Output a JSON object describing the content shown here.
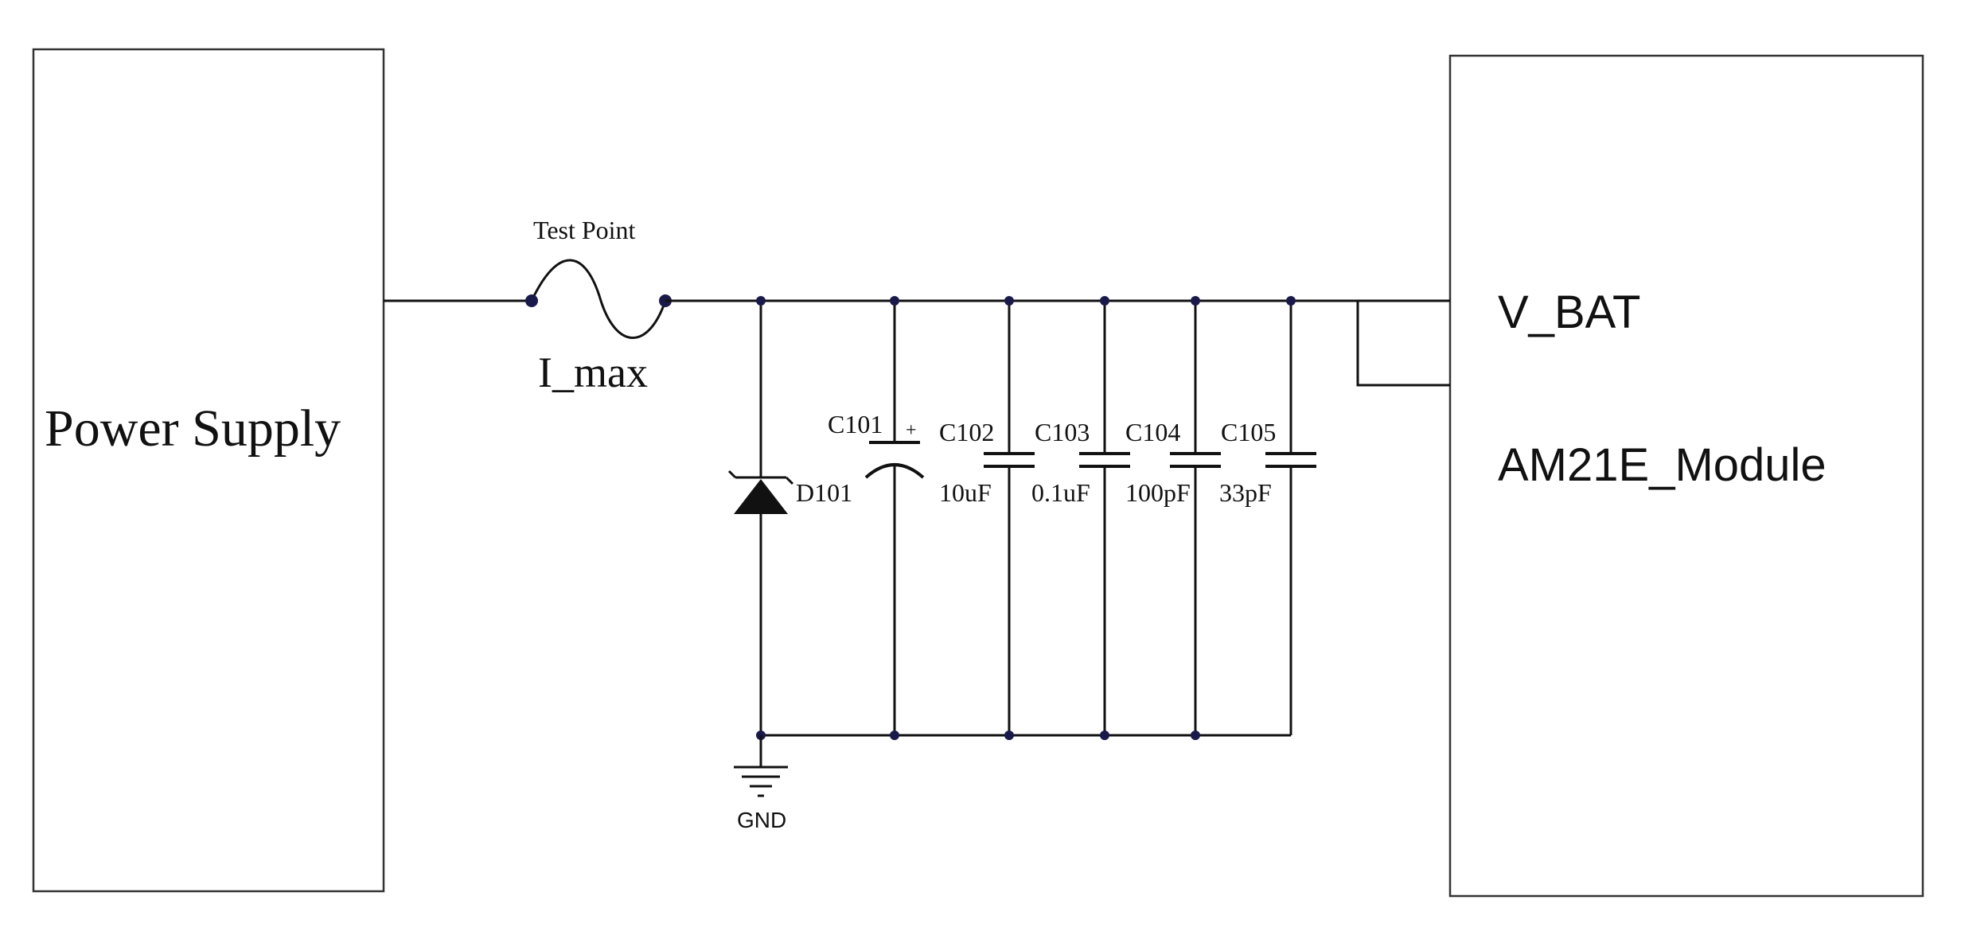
{
  "power_supply": {
    "label": "Power Supply"
  },
  "module": {
    "pin_label": "V_BAT",
    "name": "AM21E_Module"
  },
  "test_point": {
    "label": "Test Point",
    "current_label": "I_max"
  },
  "diode": {
    "ref": "D101"
  },
  "capacitors": [
    {
      "ref": "C101",
      "value": "",
      "polarity": "+"
    },
    {
      "ref": "C102",
      "value": "10uF"
    },
    {
      "ref": "C103",
      "value": "0.1uF"
    },
    {
      "ref": "C104",
      "value": "100pF"
    },
    {
      "ref": "C105",
      "value": "33pF"
    }
  ],
  "ground": {
    "label": "GND"
  }
}
